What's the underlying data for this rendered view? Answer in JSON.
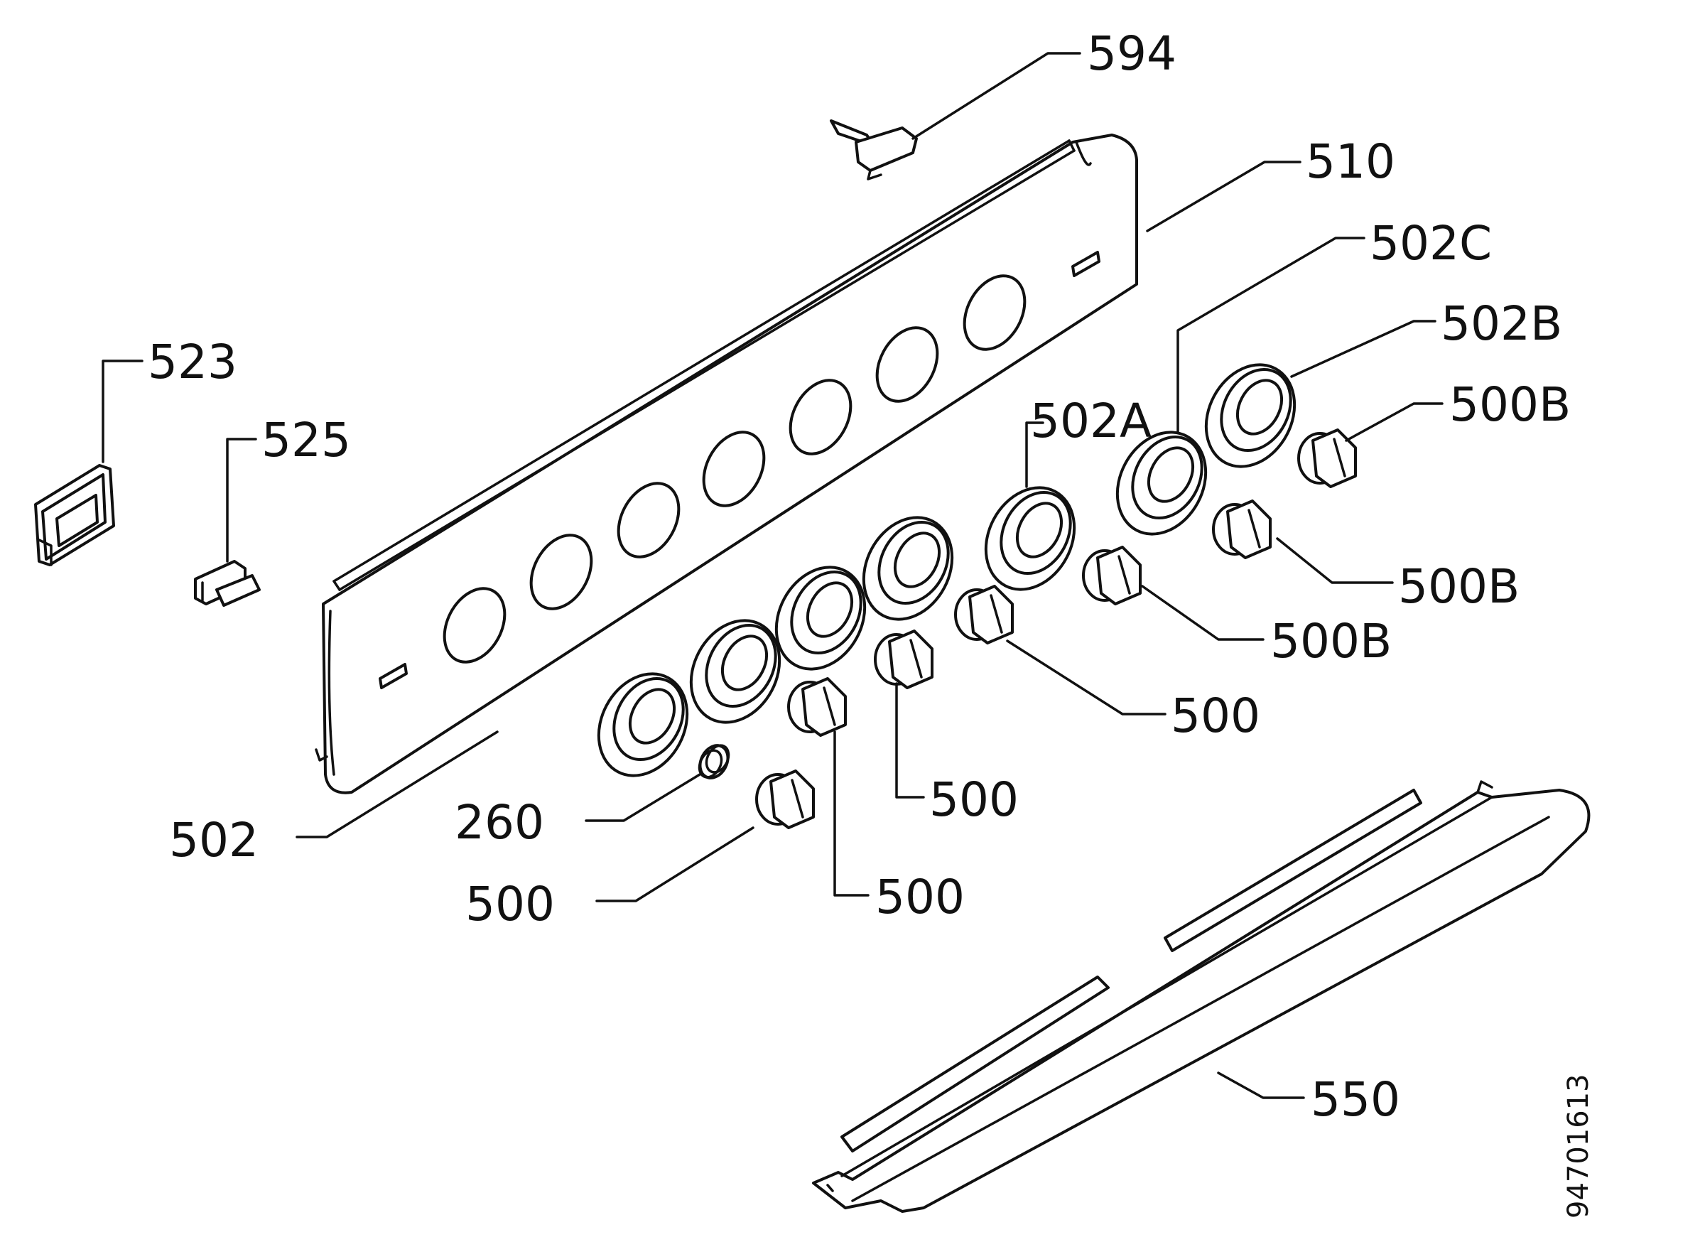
{
  "diagram": {
    "document_number": "94701613",
    "labels": {
      "l594": "594",
      "l510": "510",
      "l502c": "502C",
      "l502b": "502B",
      "l500b_top": "500B",
      "l523": "523",
      "l525": "525",
      "l502a": "502A",
      "l500b_mid": "500B",
      "l500b_low": "500B",
      "l500_right": "500",
      "l500_center": "500",
      "l502": "502",
      "l260": "260",
      "l500_left": "500",
      "l500_bottom": "500",
      "l550": "550"
    }
  }
}
